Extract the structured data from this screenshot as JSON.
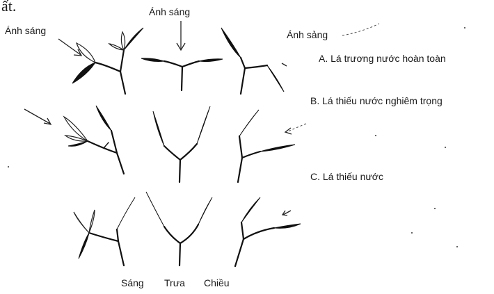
{
  "fragment_text": "ất.",
  "light_labels": {
    "left": "Ánh sáng",
    "top": "Ánh sáng",
    "right": "Ánh sảng"
  },
  "rows": [
    {
      "key": "A",
      "label": "A. Lá trương nước hoàn toàn"
    },
    {
      "key": "B",
      "label": "B. Lá thiếu nước nghiêm trọng"
    },
    {
      "key": "C",
      "label": "C. Lá thiếu nước"
    }
  ],
  "columns": [
    "Sáng",
    "Trưa",
    "Chiều"
  ]
}
